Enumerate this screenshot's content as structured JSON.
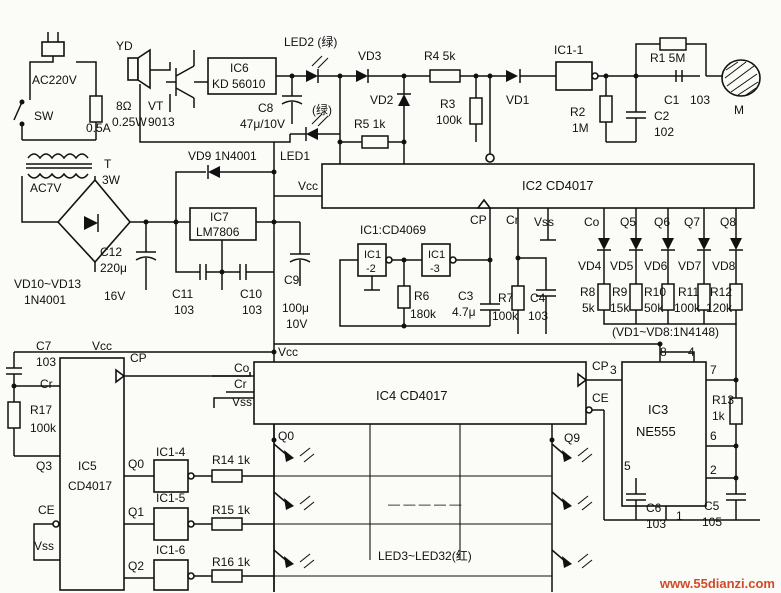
{
  "labels": {
    "ac220v": "AC220V",
    "sw": "SW",
    "fuse": "0.5A",
    "yd": "YD",
    "spk_r": "8Ω",
    "spk_p": "0.25W",
    "vt": "VT",
    "vt_type": "9013",
    "ic6": "IC6",
    "ic6_type": "KD 56010",
    "c8": "C8",
    "c8_val": "47μ/10V",
    "led2": "LED2 (绿)",
    "led1_color": "(绿)",
    "led1": "LED1",
    "vd3": "VD3",
    "r4": "R4  5k",
    "vd2": "VD2",
    "r5": "R5   1k",
    "r3": "R3",
    "r3_val": "100k",
    "vd1": "VD1",
    "ic1_1": "IC1-1",
    "r1": "R1   5M",
    "r2": "R2",
    "r2_val": "1M",
    "c1": "C1",
    "c1_val": "103",
    "c2": "C2",
    "c2_val": "102",
    "motor": "M",
    "q9_top": "Q9",
    "q0_top": "Q0",
    "ce_top": "CE",
    "vd9": "VD9  1N4001",
    "vcc_ic2": "Vcc",
    "ic2": "IC2  CD4017",
    "t": "T",
    "t_pow": "3W",
    "ac7v": "AC7V",
    "ic7": "IC7",
    "ic7_type": "LM7806",
    "cp_ic2": "CP",
    "cr_ic2": "Cr",
    "vss_ic2": "Vss",
    "ic1_note": "IC1:CD4069",
    "ic1_2": "IC1",
    "ic1_2b": "-2",
    "ic1_3": "IC1",
    "ic1_3b": "-3",
    "co": "Co",
    "q5": "Q5",
    "q6": "Q6",
    "q7": "Q7",
    "q8": "Q8",
    "c12": "C12",
    "c12_val": "220μ",
    "c12_v": "16V",
    "c11": "C11",
    "c11_val": "103",
    "c10": "C10",
    "c10_val": "103",
    "c9": "C9",
    "c9_val": "100μ",
    "c9_v": "10V",
    "r6": "R6",
    "r6_val": "180k",
    "c3": "C3",
    "c3_val": "4.7μ",
    "r7": "R7",
    "r7_val": "100k",
    "c4": "C4",
    "c4_val": "103",
    "vd4": "VD4",
    "vd5": "VD5",
    "vd6": "VD6",
    "vd7": "VD7",
    "vd8": "VD8",
    "r8": "R8",
    "r8_val": "5k",
    "r9": "R9",
    "r9_val": "15k",
    "r10": "R10",
    "r10_val": "50k",
    "r11": "R11",
    "r11_val": "100k",
    "r12": "R12",
    "r12_val": "120k",
    "vd_note": "(VD1~VD8:1N4148)",
    "bridge": "VD10~VD13",
    "bridge_type": "1N4001",
    "c7": "C7",
    "c7_val": "103",
    "vcc_ic5": "Vcc",
    "cp_ic5": "CP",
    "cr_ic5": "Cr",
    "r17": "R17",
    "r17_val": "100k",
    "q3": "Q3",
    "ic5": "IC5",
    "ic5_type": "CD4017",
    "ce_ic5": "CE",
    "vss_ic5": "Vss",
    "vcc_ic4": "Vcc",
    "co_ic4": "Co",
    "cr_ic4": "Cr",
    "vss_ic4": "Vss",
    "ic4": "IC4  CD4017",
    "cp_ic4": "CP",
    "ce_ic4": "CE",
    "q0_ic4": "Q0",
    "q9_ic4": "Q9",
    "ic3": "IC3",
    "ic3_type": "NE555",
    "p8": "8",
    "p4": "4",
    "p3": "3",
    "p7": "7",
    "p6": "6",
    "p2": "2",
    "p5": "5",
    "p1": "1",
    "r13": "R13",
    "r13_val": "1k",
    "c6": "C6",
    "c6_val": "103",
    "c5": "C5",
    "c5_val": "105",
    "q0_ic5": "Q0",
    "q1_ic5": "Q1",
    "q2_ic5": "Q2",
    "ic1_4": "IC1-4",
    "ic1_5": "IC1-5",
    "ic1_6": "IC1-6",
    "r14": "R14   1k",
    "r15": "R15   1k",
    "r16": "R16   1k",
    "dashes": "— — — — —",
    "led_range": "LED3~LED32(红)",
    "watermark": "www.55dianzi.com"
  }
}
